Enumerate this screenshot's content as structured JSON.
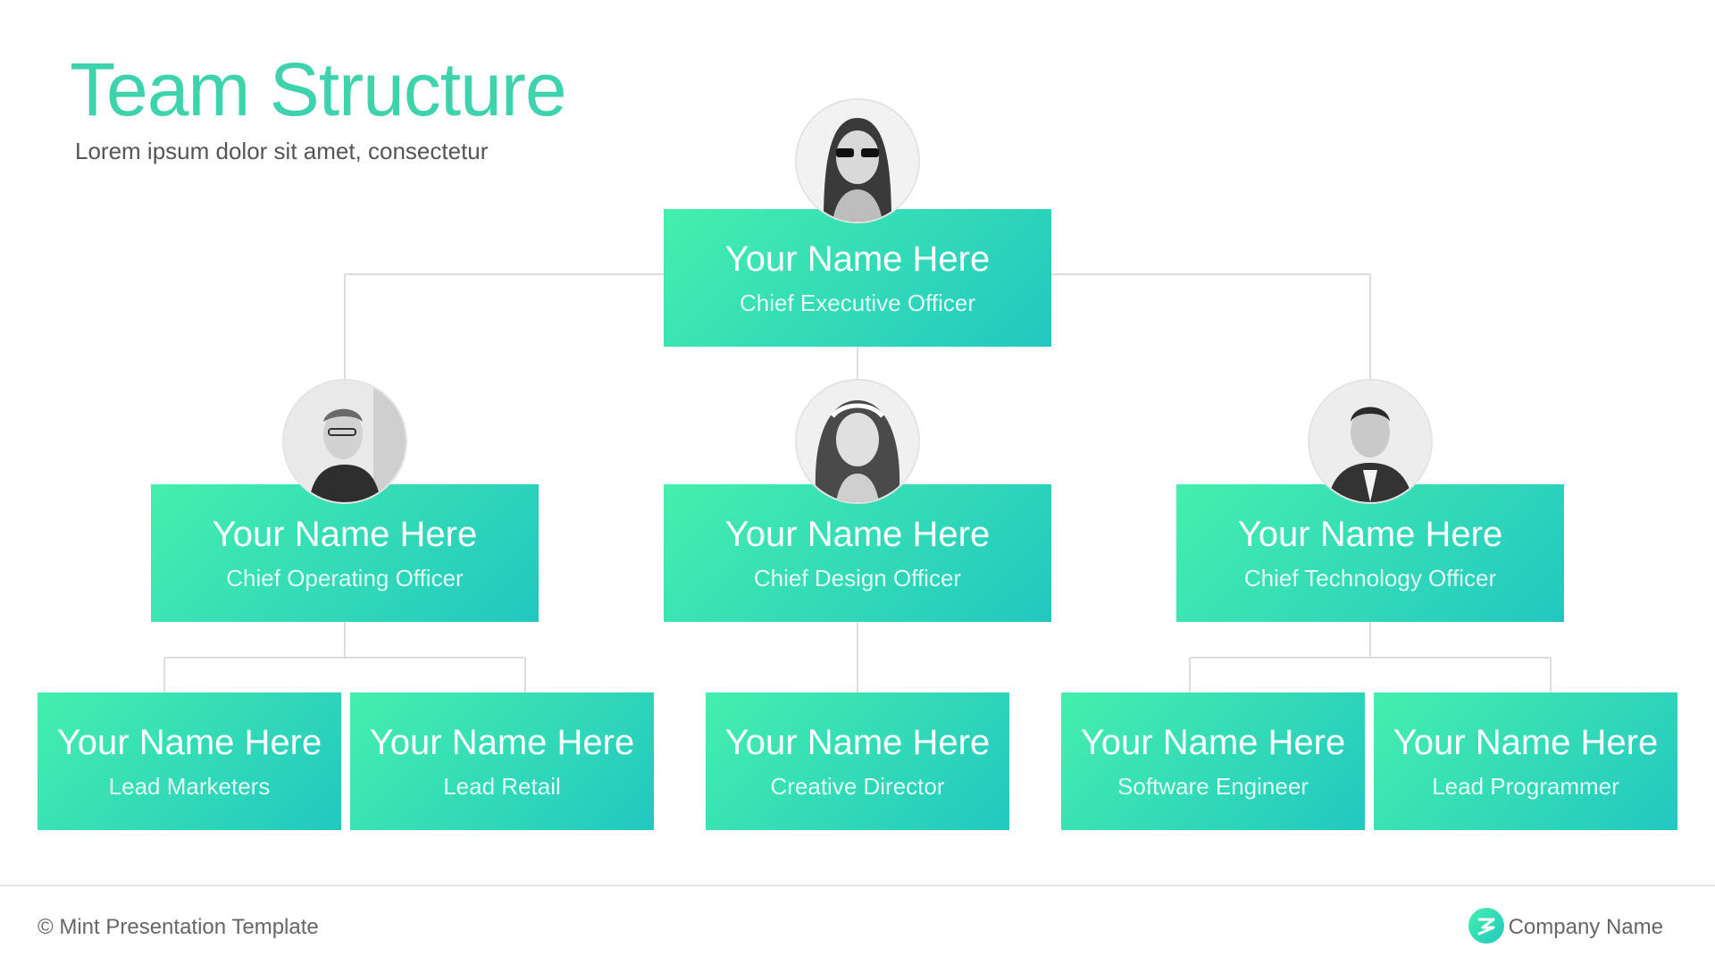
{
  "header": {
    "title": "Team Structure",
    "subtitle": "Lorem ipsum dolor sit amet, consectetur"
  },
  "colors": {
    "accent": "#3ed2ad",
    "box_gradient_start": "#45efad",
    "box_gradient_end": "#22c8c0",
    "connector": "#dddddd"
  },
  "org": {
    "ceo": {
      "name": "Your Name Here",
      "role": "Chief Executive Officer",
      "icon": "person-photo-icon"
    },
    "coo": {
      "name": "Your Name Here",
      "role": "Chief Operating Officer",
      "icon": "person-photo-icon"
    },
    "cdo": {
      "name": "Your Name Here",
      "role": "Chief Design Officer",
      "icon": "person-photo-icon"
    },
    "cto": {
      "name": "Your Name Here",
      "role": "Chief Technology Officer",
      "icon": "person-photo-icon"
    },
    "lead_marketers": {
      "name": "Your Name Here",
      "role": "Lead Marketers"
    },
    "lead_retail": {
      "name": "Your Name Here",
      "role": "Lead Retail"
    },
    "creative_director": {
      "name": "Your Name Here",
      "role": "Creative Director"
    },
    "software_engineer": {
      "name": "Your Name Here",
      "role": "Software Engineer"
    },
    "lead_programmer": {
      "name": "Your Name Here",
      "role": "Lead Programmer"
    }
  },
  "footer": {
    "copyright": "© Mint Presentation Template",
    "company": "Company Name",
    "logo_icon": "company-logo-icon"
  }
}
